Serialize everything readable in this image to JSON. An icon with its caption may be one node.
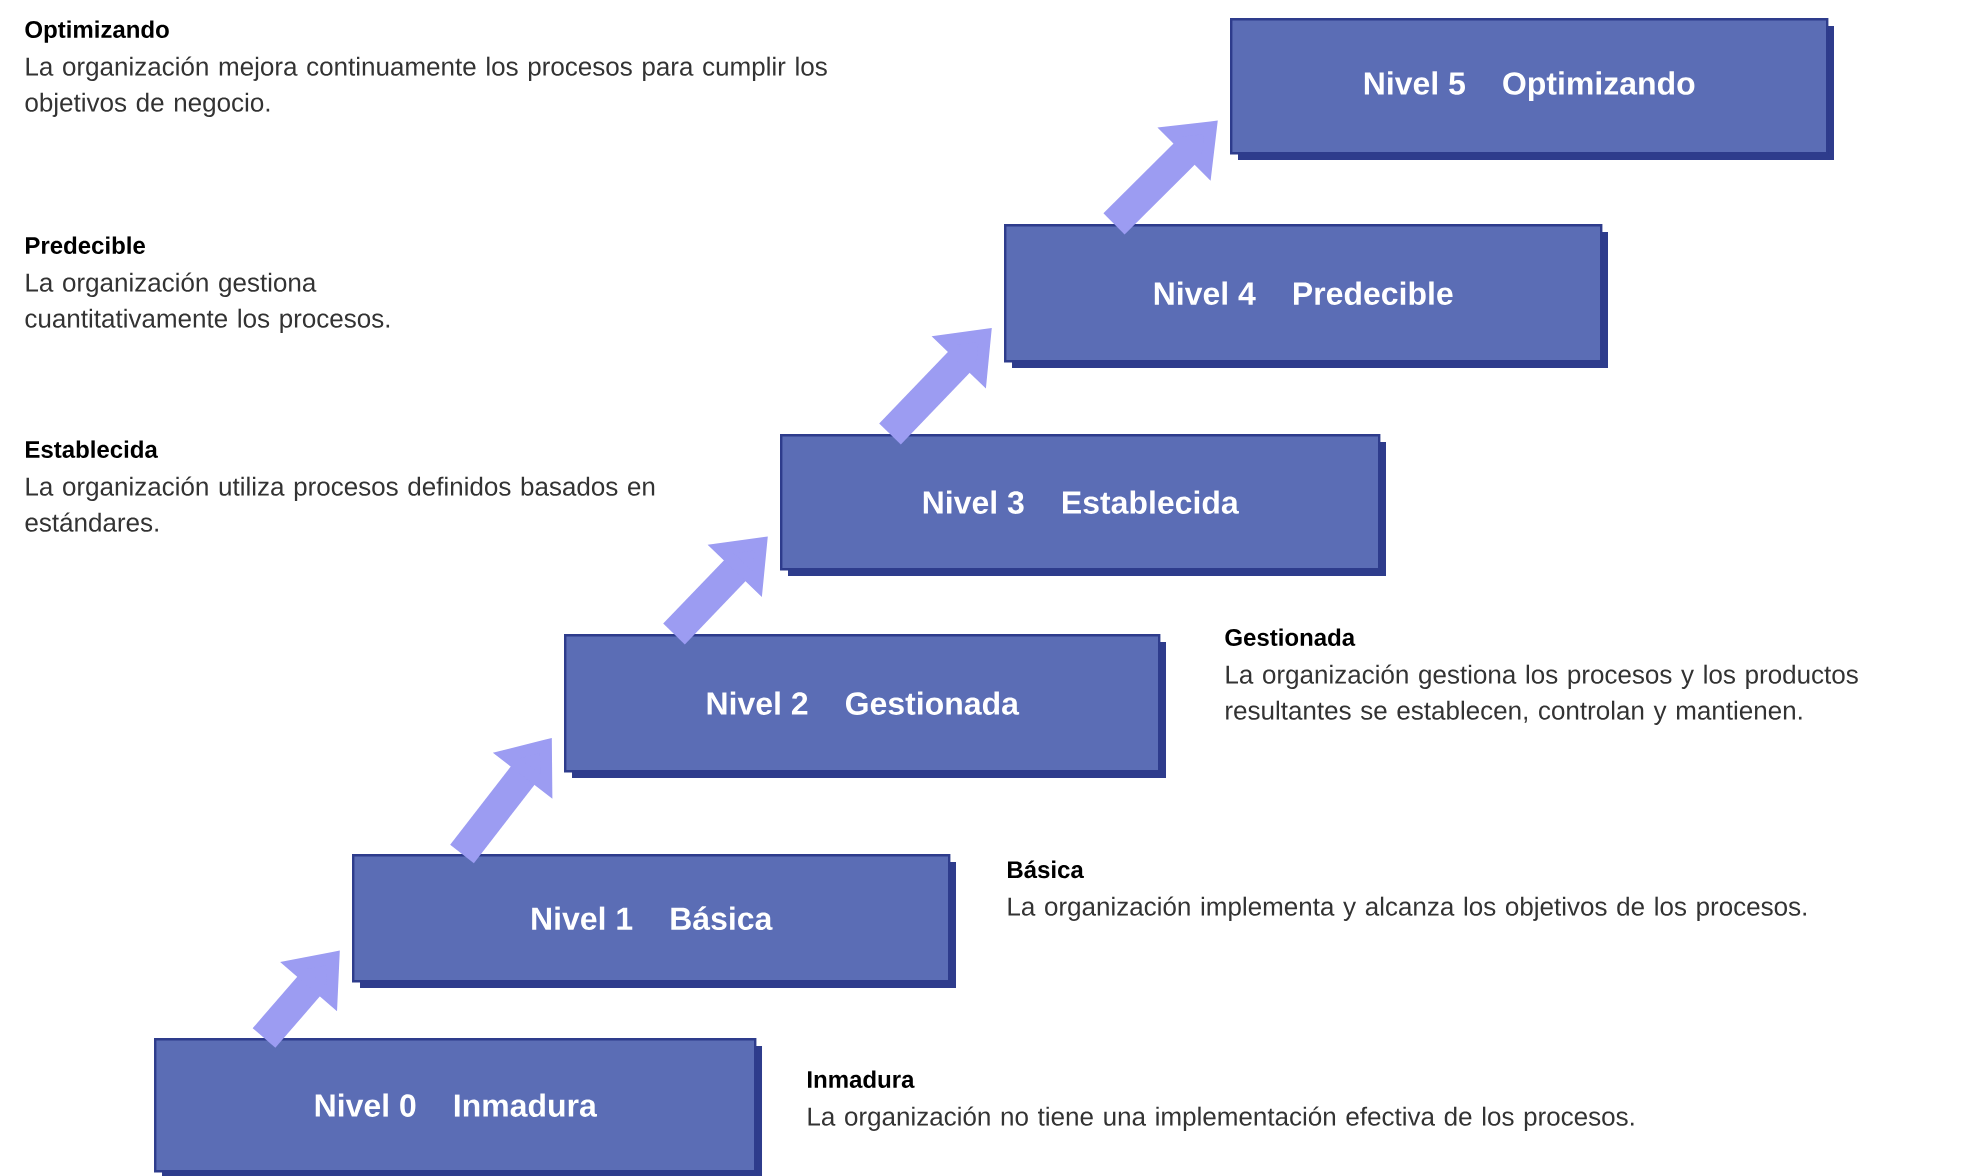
{
  "diagram": {
    "nodes": [
      {
        "text": [
          "Nivel 0",
          "Inmadura"
        ],
        "beside": [
          "Inmadura",
          "La organización no tiene una implementación efectiva de los procesos."
        ]
      },
      {
        "text": [
          "Nivel 1",
          "Básica"
        ],
        "beside": [
          "Básica",
          "La organización implementa y alcanza los objetivos de los procesos."
        ]
      },
      {
        "text": [
          "Nivel 2",
          "Gestionada"
        ],
        "beside": [
          "Gestionada",
          "La organización gestiona los procesos y los productos resultantes se establecen, controlan y mantienen."
        ]
      },
      {
        "text": [
          "Nivel 3",
          "Establecida"
        ],
        "beside": [
          "Establecida",
          "La organización utiliza procesos definidos basados en estándares."
        ]
      },
      {
        "text": [
          "Nivel 4",
          "Predecible"
        ],
        "beside": [
          "Predecible",
          "La organización gestiona cuantitativamente los procesos."
        ]
      },
      {
        "text": [
          "Nivel 5",
          "Optimizando"
        ],
        "beside": [
          "Optimizando",
          "La organización mejora continuamente los procesos para cumplir los objetivos de negocio."
        ]
      }
    ],
    "edges": [
      {
        "from": 0,
        "to": 1,
        "arrow": "to"
      },
      {
        "from": 1,
        "to": 2,
        "arrow": "to"
      },
      {
        "from": 2,
        "to": 3,
        "arrow": "to"
      },
      {
        "from": 3,
        "to": 4,
        "arrow": "to"
      },
      {
        "from": 4,
        "to": 5,
        "arrow": "to"
      }
    ]
  }
}
